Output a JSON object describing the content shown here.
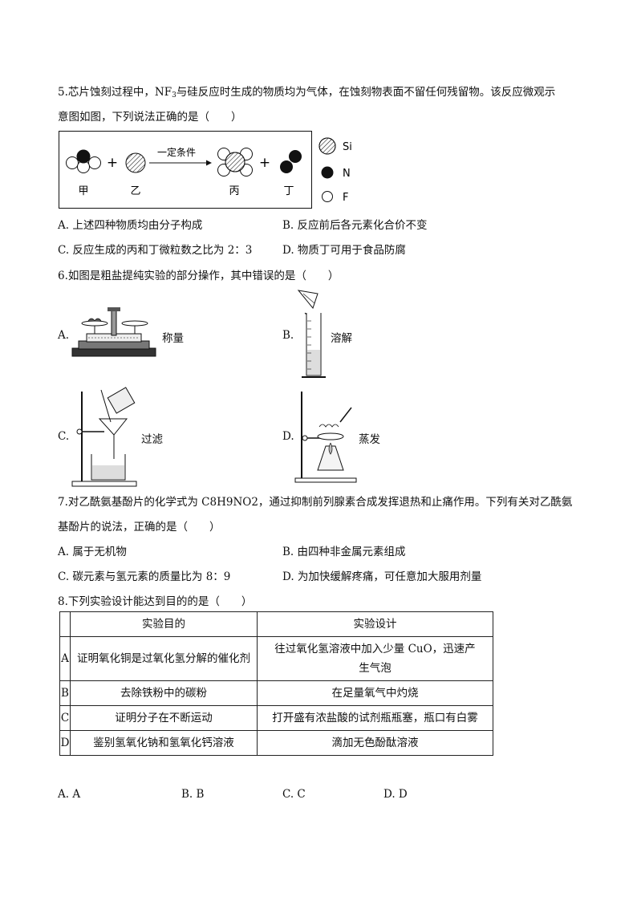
{
  "q5": {
    "stem_line1_a": "5.芯片蚀刻过程中，NF",
    "stem_line1_sub": "3",
    "stem_line1_b": "与硅反应时生成的物质均为气体，在蚀刻物表面不留任何残留物。该反应微观示",
    "stem_line2": "意图如图，下列说法正确的是（　　）",
    "diagram": {
      "condition": "一定条件",
      "labels": [
        "甲",
        "乙",
        "丙",
        "丁"
      ],
      "plus": "+",
      "legend": [
        {
          "symbol": "Si",
          "style": "hatched"
        },
        {
          "symbol": "N",
          "style": "filled"
        },
        {
          "symbol": "F",
          "style": "empty"
        }
      ]
    },
    "options": [
      "A. 上述四种物质均由分子构成",
      "B. 反应前后各元素化合价不变",
      "C. 反应生成的丙和丁微粒数之比为 2：3",
      "D. 物质丁可用于食品防腐"
    ]
  },
  "q6": {
    "stem": "6.如图是粗盐提纯实验的部分操作，其中错误的是（　　）",
    "items": [
      {
        "letter": "A.",
        "caption": "称量",
        "icon": "balance-scale-icon"
      },
      {
        "letter": "B.",
        "caption": "溶解",
        "icon": "graduated-cylinder-icon"
      },
      {
        "letter": "C.",
        "caption": "过滤",
        "icon": "filtration-setup-icon"
      },
      {
        "letter": "D.",
        "caption": "蒸发",
        "icon": "evaporation-setup-icon"
      }
    ]
  },
  "q7": {
    "stem_line1": "7.对乙酰氨基酚片的化学式为 C8H9NO2，通过抑制前列腺素合成发挥退热和止痛作用。下列有关对乙酰氨",
    "stem_line2": "基酚片的说法，正确的是（　　）",
    "options": [
      "A. 属于无机物",
      "B. 由四种非金属元素组成",
      "C. 碳元素与氢元素的质量比为 8：9",
      "D. 为加快缓解疼痛，可任意加大服用剂量"
    ]
  },
  "q8": {
    "stem": "8.下列实验设计能达到目的的是（　　）",
    "headers": [
      "实验目的",
      "实验设计"
    ],
    "rows": [
      {
        "key": "A",
        "purpose": "证明氧化铜是过氧化氢分解的催化剂",
        "design": "往过氧化氢溶液中加入少量 CuO，迅速产生气泡"
      },
      {
        "key": "B",
        "purpose": "去除铁粉中的碳粉",
        "design": "在足量氧气中灼烧"
      },
      {
        "key": "C",
        "purpose": "证明分子在不断运动",
        "design": "打开盛有浓盐酸的试剂瓶瓶塞，瓶口有白雾"
      },
      {
        "key": "D",
        "purpose": "鉴别氢氧化钠和氢氧化钙溶液",
        "design": "滴加无色酚酞溶液"
      }
    ],
    "options": [
      "A. A",
      "B. B",
      "C. C",
      "D. D"
    ]
  }
}
